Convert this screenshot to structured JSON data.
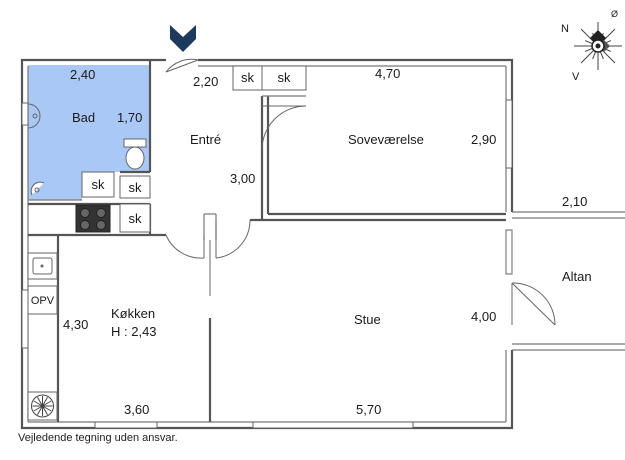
{
  "compass": {
    "north_label": "N",
    "south_label": "V",
    "extra_label": "Ø"
  },
  "rooms": {
    "bad": {
      "name": "Bad",
      "width": "2,40",
      "depth": "1,70"
    },
    "entre": {
      "name": "Entré",
      "width": "2,20",
      "depth": "3,00"
    },
    "sovevaerelse": {
      "name": "Soveværelse",
      "width": "4,70",
      "depth": "2,90"
    },
    "kokken": {
      "name": "Køkken",
      "height": "H : 2,43",
      "width": "3,60",
      "depth": "4,30"
    },
    "stue": {
      "name": "Stue",
      "width": "5,70",
      "depth": "4,00"
    },
    "altan": {
      "name": "Altan",
      "width": "2,10"
    }
  },
  "cupboard_label": "sk",
  "opv_label": "OPV",
  "colors": {
    "bathroom_fill": "#aac8f5",
    "entrance_arrow": "#1d3a5c",
    "walls": "#555555"
  },
  "disclaimer": "Vejledende tegning uden ansvar."
}
